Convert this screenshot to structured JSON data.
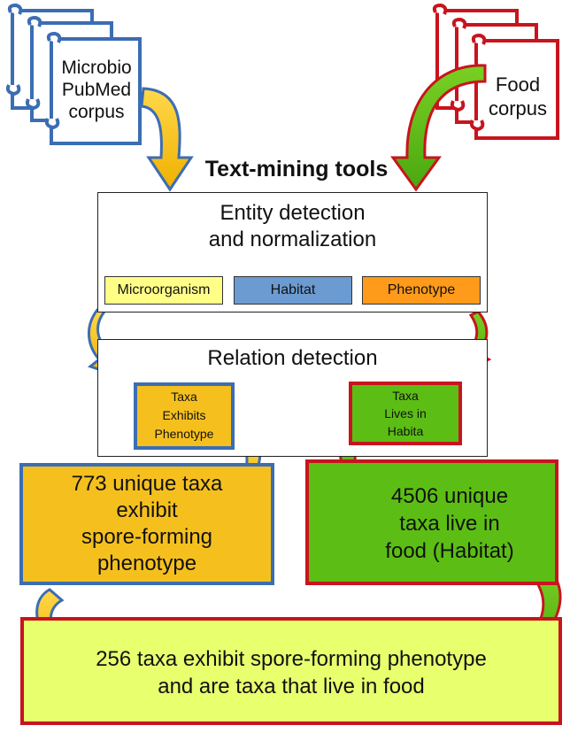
{
  "left_corpus": {
    "lines": [
      "Microbio",
      "PubMed",
      "corpus"
    ]
  },
  "right_corpus": {
    "lines": [
      "Food",
      "corpus"
    ]
  },
  "tools_title": "Text-mining tools",
  "entity_box": {
    "title_lines": [
      "Entity detection",
      "and normalization"
    ],
    "tags": [
      {
        "label": "Microorganism",
        "color": "#ffff88"
      },
      {
        "label": "Habitat",
        "color": "#6b9bd1"
      },
      {
        "label": "Phenotype",
        "color": "#ff9a1a"
      }
    ]
  },
  "relation_box": {
    "title": "Relation detection",
    "left_item": {
      "lines": [
        "Taxa",
        "Exhibits",
        "Phenotype"
      ]
    },
    "right_item": {
      "lines": [
        "Taxa",
        "Lives in",
        "Habita"
      ]
    }
  },
  "left_result": {
    "lines": [
      "773 unique taxa",
      "exhibit",
      "spore-forming",
      "phenotype"
    ]
  },
  "right_result": {
    "lines": [
      "4506 unique",
      "taxa live in",
      "food (Habitat)"
    ]
  },
  "final_result": {
    "lines": [
      "256 taxa exhibit spore-forming phenotype",
      "and are taxa  that live in food"
    ]
  },
  "colors": {
    "blue": "#3b6db3",
    "red": "#c8141e",
    "yellow": "#f5c01e",
    "green": "#5cbe14",
    "lime": "#e8ff6e"
  }
}
